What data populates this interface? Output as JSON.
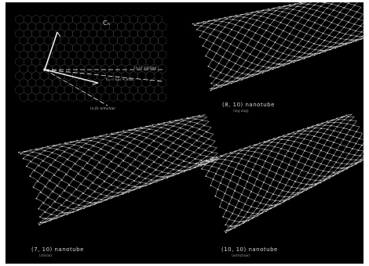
{
  "figure": {
    "background": "#000000",
    "line_color": "#d9d9d9",
    "vector_diagram": {
      "ch_symbol": "Cₕ",
      "armchair_label": "(n,n) zig-zag",
      "ch_label": "Cₕ = na₁ + ma₂",
      "armchair_axis_label": "(n,0) armchair"
    },
    "nanotubes": [
      {
        "label": "(8, 10) nanotube",
        "sublabel": "(zig-zag)"
      },
      {
        "label": "(7, 10) nanotube",
        "sublabel": "(chiral)"
      },
      {
        "label": "(10, 10) nanotube",
        "sublabel": "(armchair)"
      }
    ]
  }
}
